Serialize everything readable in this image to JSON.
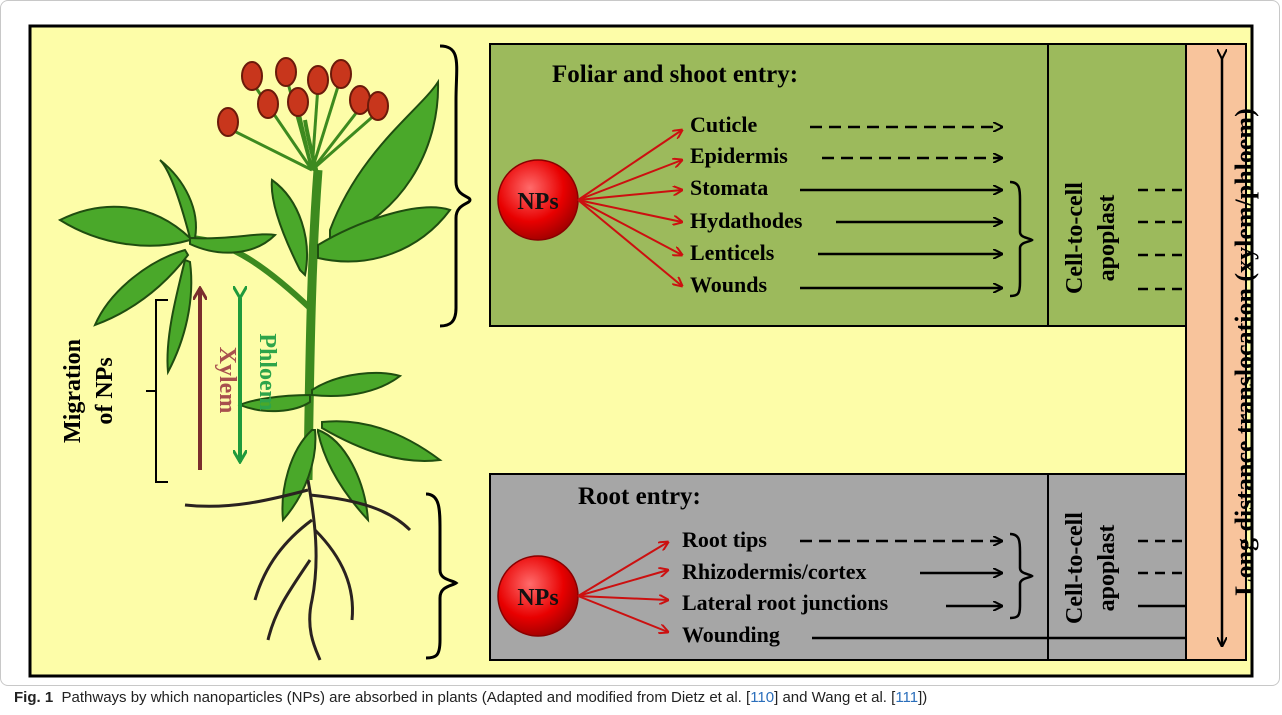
{
  "diagram": {
    "colors": {
      "background": "#FDFDA8",
      "foliar_box": "#9CBA5C",
      "root_box": "#A6A6A6",
      "long_distance_bar": "#F8C49C",
      "np_ball": "#E80000",
      "arrow_red": "#CC1010",
      "xylem": "#7A2E2E",
      "phloem": "#1E9A3C",
      "xylem_text": "#A8504E",
      "phloem_text": "#2EA44A"
    },
    "foliar": {
      "title": "Foliar and shoot entry:",
      "np_label": "NPs",
      "items": [
        "Cuticle",
        "Epidermis",
        "Stomata",
        "Hydathodes",
        "Lenticels",
        "Wounds"
      ],
      "cell_to_cell": "Cell-to-cell",
      "apoplast": "apoplast"
    },
    "root": {
      "title": "Root entry:",
      "np_label": "NPs",
      "items": [
        "Root tips",
        "Rhizodermis/cortex",
        "Lateral root junctions",
        "Wounding"
      ],
      "cell_to_cell": "Cell-to-cell",
      "apoplast": "apoplast"
    },
    "long_distance": "Long distance translocation (xylem/phloem)",
    "migration": [
      "Migration",
      "of NPs"
    ],
    "xylem": "Xylem",
    "phloem": "Phloem"
  },
  "caption": {
    "label": "Fig. 1",
    "text_a": "  Pathways by which nanoparticles (NPs) are absorbed in plants (Adapted and modified from Dietz et al. [",
    "ref1": "110",
    "text_b": "] and Wang et al. [",
    "ref2": "111",
    "text_c": "])"
  }
}
